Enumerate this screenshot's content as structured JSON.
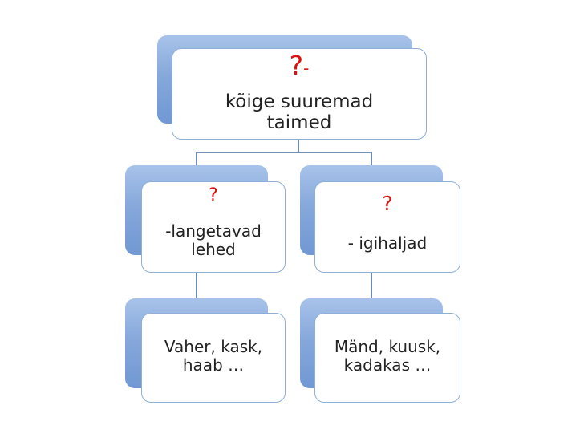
{
  "diagram": {
    "root": {
      "mark": "?",
      "mark_suffix": "-",
      "lines": [
        "kõige suuremad",
        "taimed"
      ]
    },
    "left": {
      "mark": "?",
      "lines": [
        "-langetavad",
        "lehed"
      ]
    },
    "right": {
      "mark": "?",
      "lines": [
        "- igihaljad"
      ]
    },
    "left_leaf": {
      "lines": [
        "Vaher, kask,",
        "haab …"
      ]
    },
    "right_leaf": {
      "lines": [
        "Mänd, kuusk,",
        "kadakas …"
      ]
    }
  },
  "colors": {
    "shadow_blue": "#7b9fd6",
    "card_border": "#8fafd9",
    "connector": "#5f7fa8",
    "mark_red": "#e01010"
  }
}
